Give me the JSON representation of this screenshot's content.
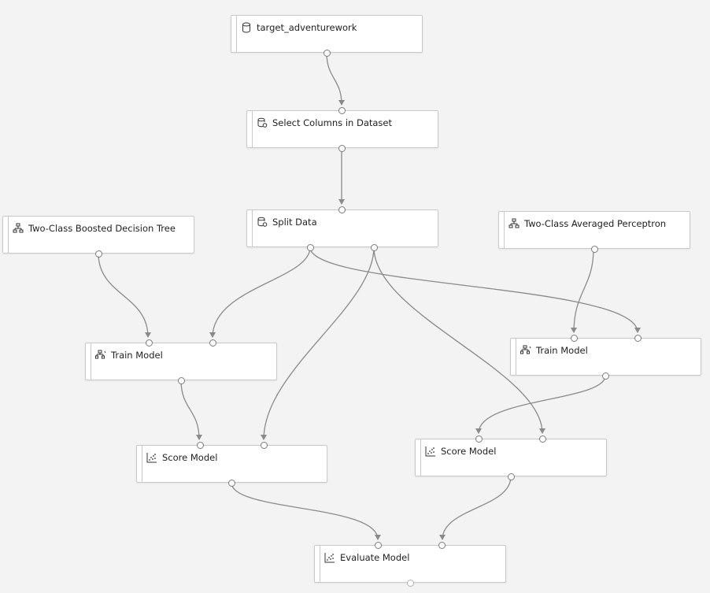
{
  "colors": {
    "canvas_background": "#f3f3f3",
    "node_background": "#ffffff",
    "node_border": "#c8c8c8",
    "edge": "#8a8a8a",
    "text": "#1f1f1f"
  },
  "nodes": [
    {
      "id": "dataset",
      "label": "target_adventurework",
      "icon": "database-icon"
    },
    {
      "id": "select_columns",
      "label": "Select Columns in Dataset",
      "icon": "data-transform-icon"
    },
    {
      "id": "split_data",
      "label": "Split Data",
      "icon": "data-transform-icon"
    },
    {
      "id": "boosted_tree",
      "label": "Two-Class Boosted Decision Tree",
      "icon": "model-tree-icon"
    },
    {
      "id": "averaged_perceptron",
      "label": "Two-Class Averaged Perceptron",
      "icon": "model-tree-icon"
    },
    {
      "id": "train_model_left",
      "label": "Train Model",
      "icon": "train-model-icon"
    },
    {
      "id": "train_model_right",
      "label": "Train Model",
      "icon": "train-model-icon"
    },
    {
      "id": "score_model_left",
      "label": "Score Model",
      "icon": "score-model-icon"
    },
    {
      "id": "score_model_right",
      "label": "Score Model",
      "icon": "score-model-icon"
    },
    {
      "id": "evaluate_model",
      "label": "Evaluate Model",
      "icon": "score-model-icon"
    }
  ],
  "edges": [
    {
      "from": "dataset",
      "to": "select_columns"
    },
    {
      "from": "select_columns",
      "to": "split_data"
    },
    {
      "from": "boosted_tree",
      "to": "train_model_left"
    },
    {
      "from": "split_data",
      "to": "train_model_left"
    },
    {
      "from": "split_data",
      "to": "train_model_right"
    },
    {
      "from": "averaged_perceptron",
      "to": "train_model_right"
    },
    {
      "from": "train_model_left",
      "to": "score_model_left"
    },
    {
      "from": "split_data",
      "to": "score_model_left"
    },
    {
      "from": "train_model_right",
      "to": "score_model_right"
    },
    {
      "from": "split_data",
      "to": "score_model_right"
    },
    {
      "from": "score_model_left",
      "to": "evaluate_model"
    },
    {
      "from": "score_model_right",
      "to": "evaluate_model"
    }
  ]
}
